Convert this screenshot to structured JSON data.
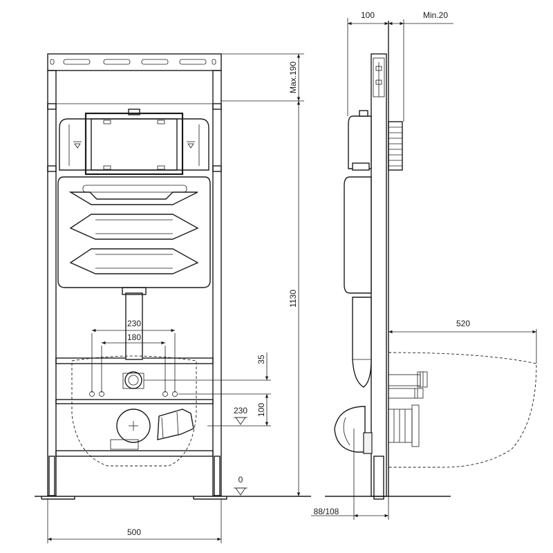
{
  "dimensions": {
    "frame_width": "500",
    "total_height": "1130",
    "max_top": "Max.190",
    "depth": "100",
    "min_gap": "Min.20",
    "bowl_length": "520",
    "bolt_outer": "230",
    "bolt_inner": "180",
    "drain_offset": "35",
    "bolt_spacing_v": "100",
    "drain_height": "230",
    "floor_level": "0",
    "outlet_projection": "88/108"
  }
}
